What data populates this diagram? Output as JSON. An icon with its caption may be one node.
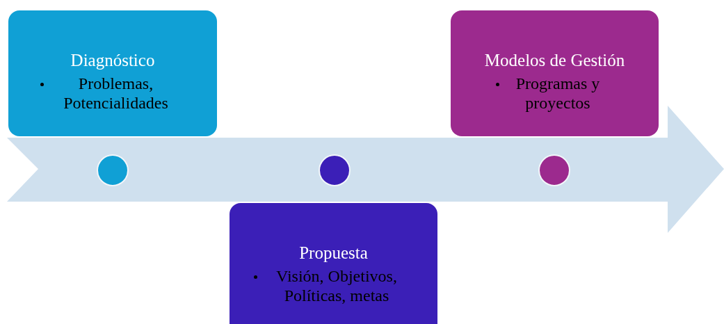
{
  "diagram": {
    "nodes": [
      {
        "text": [
          "Diagnóstico",
          "Problemas, Potencialidades"
        ]
      },
      {
        "text": [],
        "shape": "circle"
      },
      {
        "text": [
          "Propuesta",
          "Visión, Objetivos, Políticas, metas"
        ]
      },
      {
        "text": [],
        "shape": "circle"
      },
      {
        "text": [
          "Modelos de Gestión",
          "Programas y proyectos"
        ]
      },
      {
        "text": [],
        "shape": "circle"
      }
    ],
    "edges": []
  }
}
